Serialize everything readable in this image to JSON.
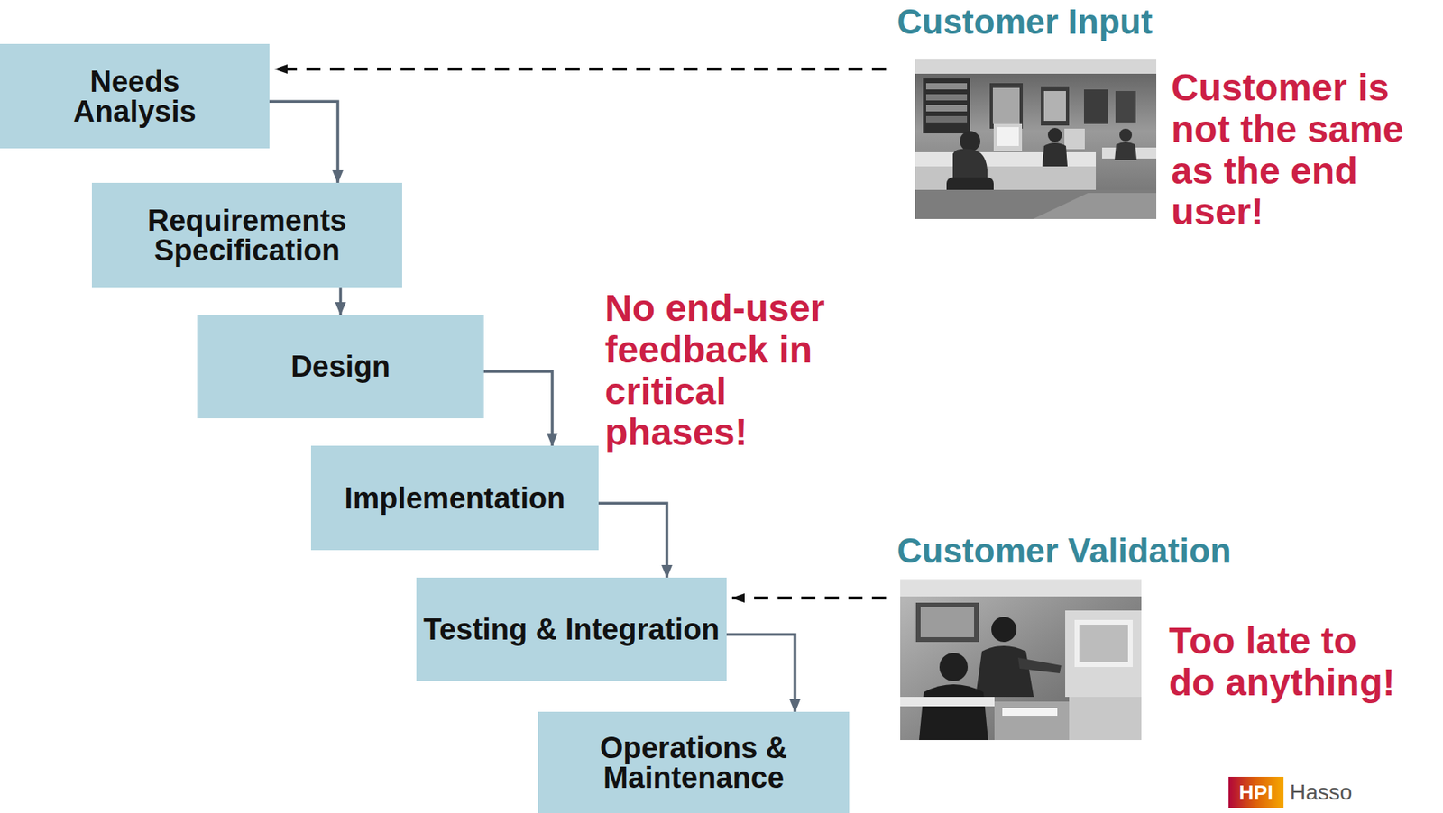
{
  "diagram": {
    "nodes": [
      {
        "text": [
          "Needs Analysis"
        ]
      },
      {
        "text": [
          "Requirements Specification"
        ]
      },
      {
        "text": [
          "Design"
        ]
      },
      {
        "text": [
          "Implementation"
        ]
      },
      {
        "text": [
          "Testing & Integration"
        ]
      },
      {
        "text": [
          "Operations & Maintenance"
        ]
      },
      {
        "text": [
          "Customer Input"
        ]
      },
      {
        "text": [
          "Customer Validation"
        ]
      }
    ],
    "edges": [
      {
        "from": 0,
        "to": 1,
        "arrow": "to"
      },
      {
        "from": 1,
        "to": 2,
        "arrow": "to"
      },
      {
        "from": 2,
        "to": 3,
        "arrow": "to"
      },
      {
        "from": 3,
        "to": 4,
        "arrow": "to"
      },
      {
        "from": 4,
        "to": 5,
        "arrow": "to"
      },
      {
        "from": 6,
        "to": 0,
        "arrow": "to"
      },
      {
        "from": 7,
        "to": 4,
        "arrow": "to"
      }
    ],
    "labels": [
      "Customer is not the same as the end user!",
      "No end-user feedback in critical phases!",
      "Too late to do anything!",
      "HPI",
      "Hasso"
    ]
  }
}
